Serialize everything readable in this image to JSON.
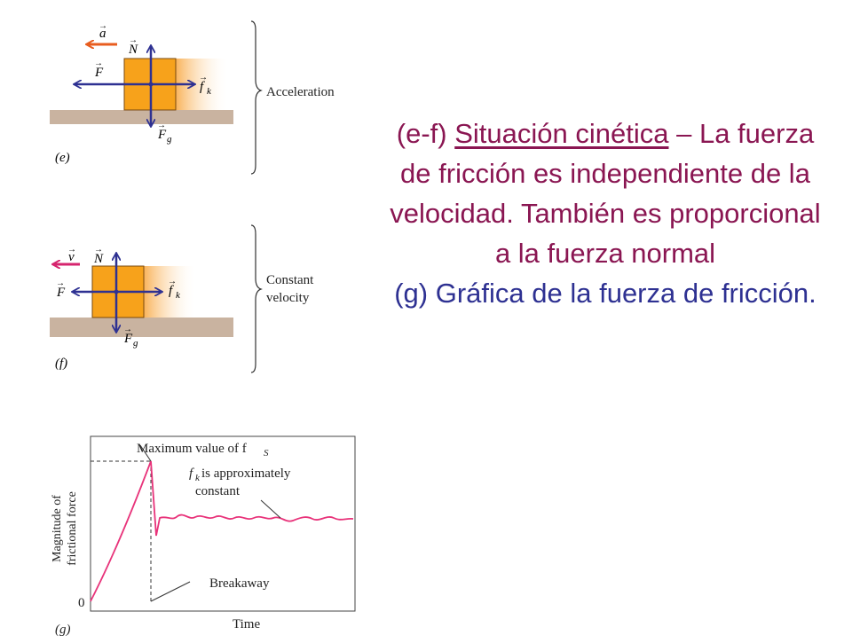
{
  "panel_e": {
    "tag": "(e)",
    "bracket_label": "Acceleration",
    "vectors": {
      "a": "a",
      "N": "N",
      "F": "F",
      "fk": "f",
      "fk_sub": "k",
      "Fg": "F",
      "Fg_sub": "g"
    }
  },
  "panel_f": {
    "tag": "(f)",
    "bracket_label_line1": "Constant",
    "bracket_label_line2": "velocity",
    "vectors": {
      "v": "v",
      "N": "N",
      "F": "F",
      "fk": "f",
      "fk_sub": "k",
      "Fg": "F",
      "Fg_sub": "g"
    }
  },
  "panel_g": {
    "tag": "(g)",
    "max_label": "Maximum value of f",
    "max_label_sub": "S",
    "fk_label_sym": "f",
    "fk_label_sub": "k",
    "fk_label_line1_rest": " is approximately",
    "fk_label_line2": "constant",
    "breakaway_label": "Breakaway",
    "zero_label": "0",
    "xlabel": "Time",
    "ylabel_line1": "Magnitude of",
    "ylabel_line2": "frictional force",
    "colors": {
      "curve": "#e8337a"
    }
  },
  "text": {
    "prefix": "(e-f) ",
    "kinetic_label": "Situación cinética",
    "kinetic_body": " – La fuerza de fricción es independiente de la velocidad.  También es proporcional a la fuerza normal",
    "graph_text": "(g) Gráfica de la fuerza de fricción."
  },
  "colors": {
    "block": "#f7a21b",
    "block_outline": "#7a4a10",
    "ground": "#c9b3a0",
    "force_vector": "#2e3192",
    "motion_vector_e": "#e85d1f",
    "motion_vector_f": "#d6246e"
  }
}
